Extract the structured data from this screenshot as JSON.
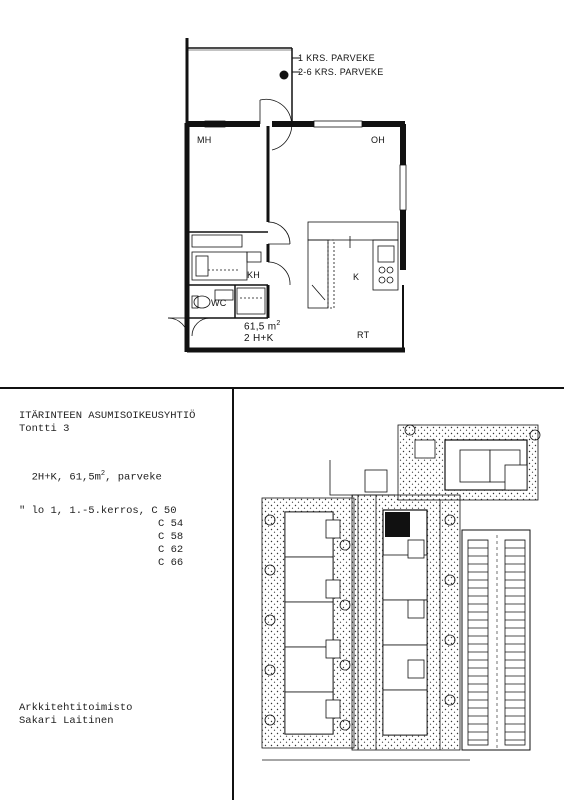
{
  "plan": {
    "balcony_1": "1 KRS. PARVEKE",
    "balcony_2_6": "2-6 KRS. PARVEKE",
    "rooms": {
      "mh": "MH",
      "oh": "OH",
      "kh": "KH",
      "k": "K",
      "wc": "WC",
      "rt": "RT"
    },
    "area_value": "61,5 m",
    "area_sup": "2",
    "type": "2 H+K"
  },
  "info": {
    "company": "ITÄRINTEEN ASUMISOIKEUSYHTIÖ",
    "plot": "Tontti 3",
    "apt_prefix": "2H+K, 61,5m",
    "apt_sup": "2",
    "apt_suffix": ", parveke",
    "floors_line": "\" lo 1, 1.-5.kerros, C 50",
    "units": [
      "C 54",
      "C 58",
      "C 62",
      "C 66"
    ],
    "architect_1": "Arkkitehtitoimisto",
    "architect_2": "Sakari Laitinen"
  }
}
